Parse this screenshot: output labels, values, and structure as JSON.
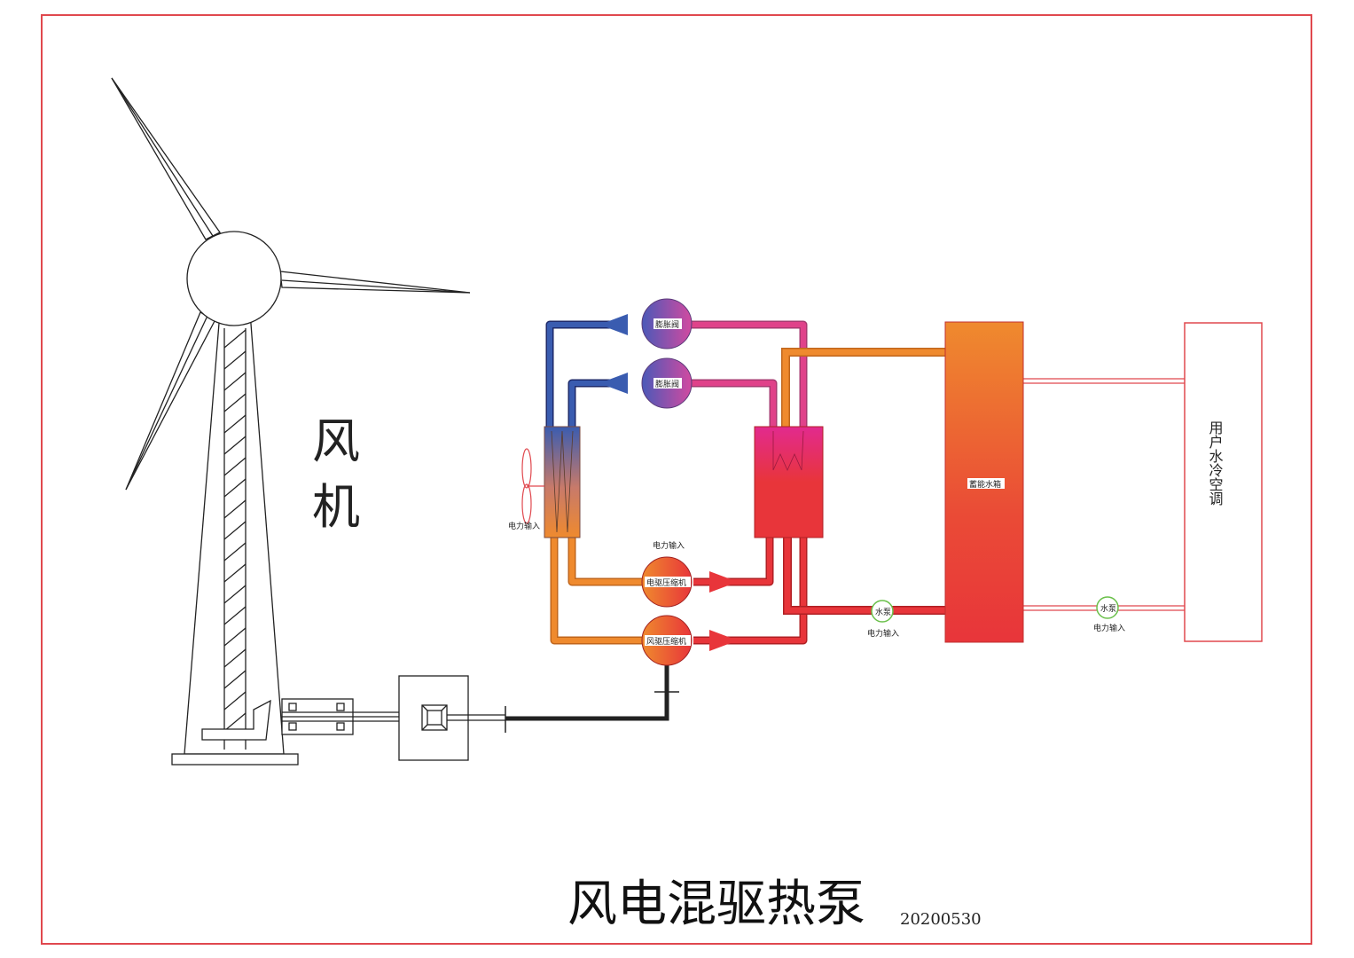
{
  "wind_turbine": {
    "label_line1": "风",
    "label_line2": "机"
  },
  "components": {
    "expansion_valve_1": "膨胀阀",
    "expansion_valve_2": "膨胀阀",
    "electric_compressor": "电驱压缩机",
    "wind_compressor": "风驱压缩机",
    "storage_tank": "蓄能水箱",
    "user_ac": "用户水冷空调",
    "water_pump_1": "水泵",
    "water_pump_2": "水泵"
  },
  "power_labels": {
    "evaporator_fan": "电力输入",
    "electric_compressor": "电力输入",
    "water_pump_1": "电力输入",
    "water_pump_2": "电力输入"
  },
  "footer": {
    "title": "风电混驱热泵",
    "date": "20200530"
  },
  "colors": {
    "border": "#e0484e",
    "cold": "#3a5cb0",
    "warm": "#ef8a2e",
    "hot": "#e8353a",
    "pink": "#e0428a",
    "pump": "#6ac04a"
  }
}
